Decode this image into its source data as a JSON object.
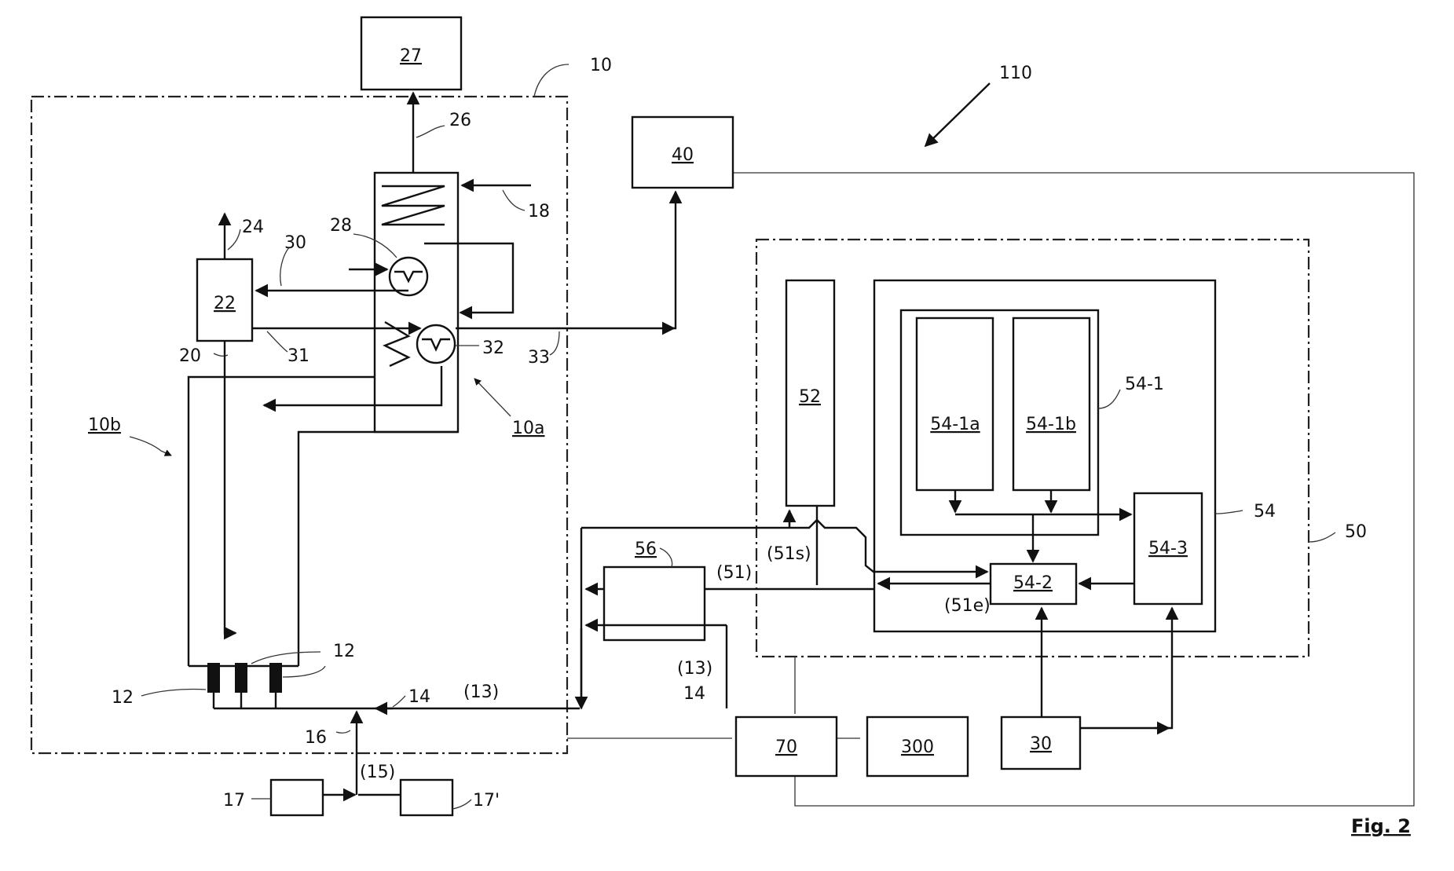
{
  "figure_label": "Fig. 2",
  "boxes": {
    "b27": "27",
    "b40": "40",
    "b22": "22",
    "b52": "52",
    "b54_1a": "54-1a",
    "b54_1b": "54-1b",
    "b54_2": "54-2",
    "b54_3": "54-3",
    "b56": "56",
    "b70": "70",
    "b300": "300",
    "b30": "30"
  },
  "labels": {
    "l10": "10",
    "l110": "110",
    "l26": "26",
    "l18": "18",
    "l28": "28",
    "l24": "24",
    "l30": "30",
    "l20": "20",
    "l31": "31",
    "l32": "32",
    "l33": "33",
    "l10b": "10b",
    "l10a": "10a",
    "l12_right": "12",
    "l12_left": "12",
    "l14_left": "14",
    "l13_left": "(13)",
    "l16": "16",
    "l15": "(15)",
    "l17": "17",
    "l17p": "17'",
    "l54_1": "54-1",
    "l54": "54",
    "l50": "50",
    "l51s": "(51s)",
    "l51": "(51)",
    "l51e": "(51e)",
    "l13_right": "(13)",
    "l14_right": "14"
  }
}
